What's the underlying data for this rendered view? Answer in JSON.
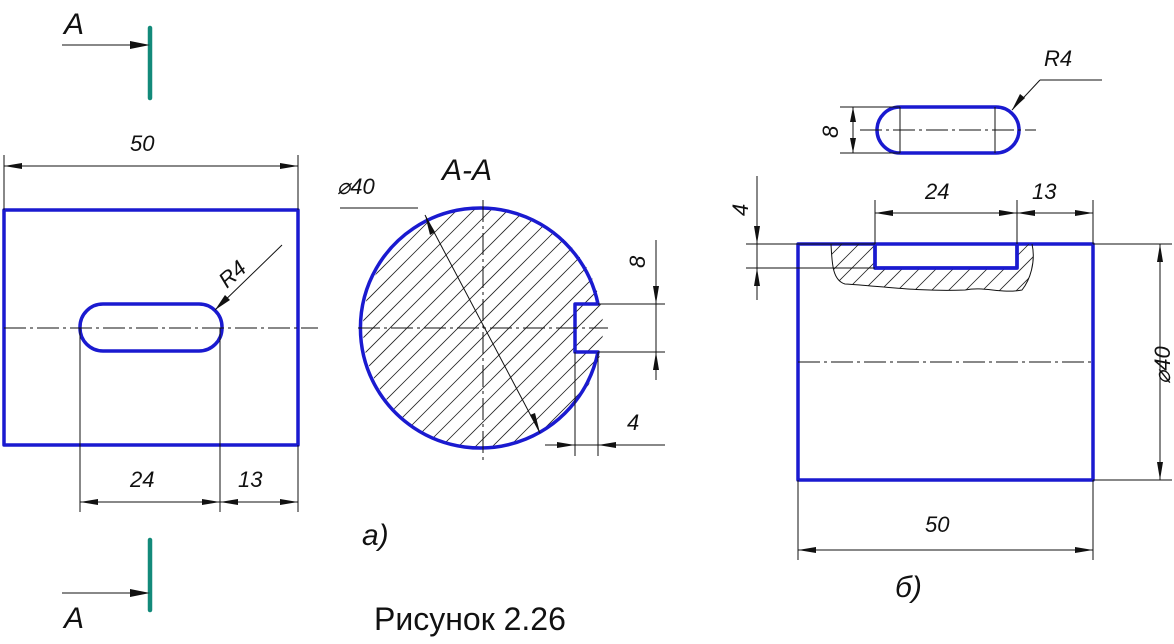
{
  "view_a": {
    "cut_label": "A",
    "section_label": "A-A",
    "dims": {
      "width": "50",
      "slot_length": "24",
      "edge_offset": "13",
      "radius": "R4",
      "diameter": "40",
      "slot_width": "8",
      "slot_depth": "4"
    },
    "caption": "а)"
  },
  "view_b": {
    "dims": {
      "radius": "R4",
      "slot_width": "8",
      "slot_depth": "4",
      "slot_length": "24",
      "edge_offset": "13",
      "diameter": "40",
      "length": "50"
    },
    "caption": "б)"
  },
  "figure_caption": "Рисунок 2.26",
  "diameter_symbol": "⌀",
  "colors": {
    "contour": "#1a1ad0",
    "cut_plane": "#138a7a",
    "lines": "#111111"
  }
}
